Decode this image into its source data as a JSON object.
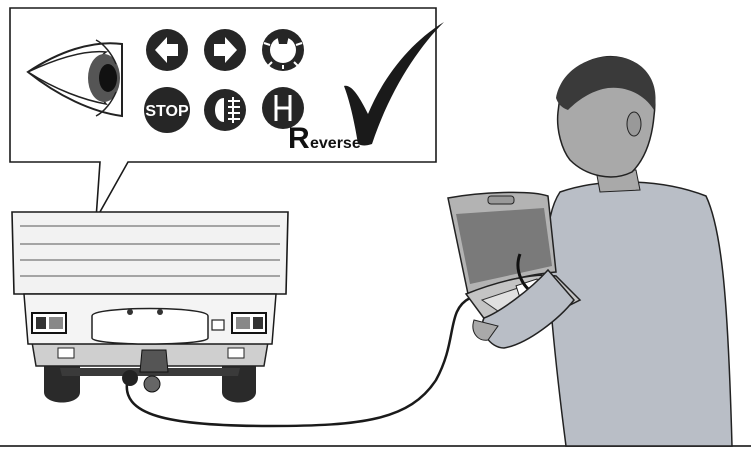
{
  "callout": {
    "icons": [
      {
        "name": "eye-icon"
      },
      {
        "name": "left-turn-signal-icon"
      },
      {
        "name": "right-turn-signal-icon"
      },
      {
        "name": "parking-light-icon"
      },
      {
        "name": "stop-light-icon",
        "text": "STOP"
      },
      {
        "name": "rear-fog-light-icon"
      },
      {
        "name": "reverse-gear-icon",
        "text_big": "R",
        "text_small": "everse"
      },
      {
        "name": "checkmark-icon"
      }
    ]
  },
  "colors": {
    "icon_fill": "#262626",
    "line": "#1a1a1a",
    "truck_fill": "#f2f2f2",
    "shirt": "#b9bec6",
    "skin": "#a9a9a9",
    "case": "#b3b3b3"
  }
}
